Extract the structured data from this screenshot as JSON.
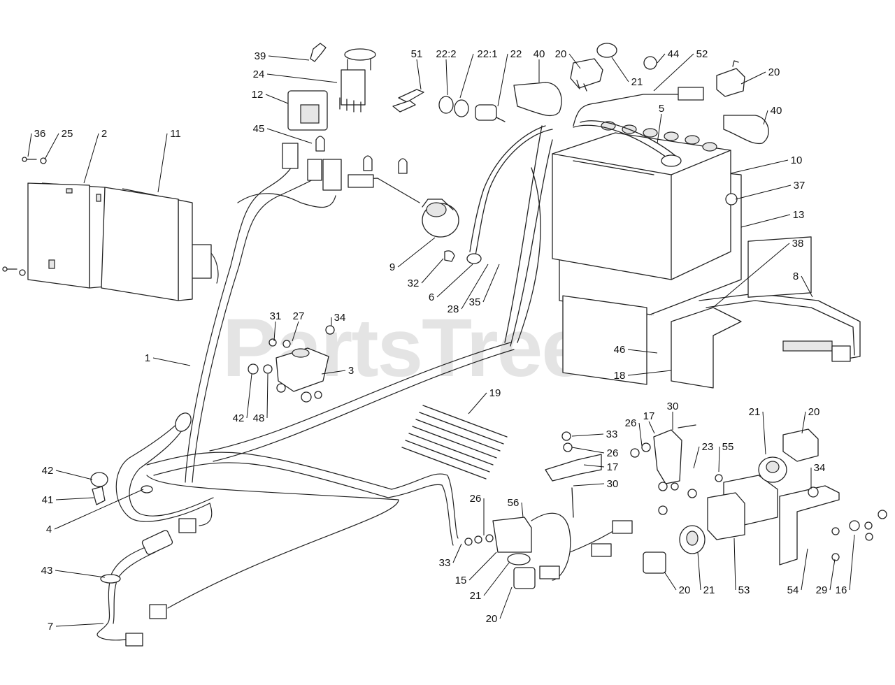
{
  "watermark": {
    "text": "PartsTree",
    "trademark": "™"
  },
  "callouts": [
    {
      "id": "39",
      "label": "39"
    },
    {
      "id": "24",
      "label": "24"
    },
    {
      "id": "12",
      "label": "12"
    },
    {
      "id": "45",
      "label": "45"
    },
    {
      "id": "36",
      "label": "36"
    },
    {
      "id": "25",
      "label": "25"
    },
    {
      "id": "2",
      "label": "2"
    },
    {
      "id": "11",
      "label": "11"
    },
    {
      "id": "51",
      "label": "51"
    },
    {
      "id": "22-2",
      "label": "22:2"
    },
    {
      "id": "22-1",
      "label": "22:1"
    },
    {
      "id": "22",
      "label": "22"
    },
    {
      "id": "40a",
      "label": "40"
    },
    {
      "id": "20a",
      "label": "20"
    },
    {
      "id": "21a",
      "label": "21"
    },
    {
      "id": "44",
      "label": "44"
    },
    {
      "id": "52",
      "label": "52"
    },
    {
      "id": "20b",
      "label": "20"
    },
    {
      "id": "40b",
      "label": "40"
    },
    {
      "id": "5",
      "label": "5"
    },
    {
      "id": "10",
      "label": "10"
    },
    {
      "id": "37",
      "label": "37"
    },
    {
      "id": "13",
      "label": "13"
    },
    {
      "id": "38",
      "label": "38"
    },
    {
      "id": "8",
      "label": "8"
    },
    {
      "id": "9",
      "label": "9"
    },
    {
      "id": "32",
      "label": "32"
    },
    {
      "id": "6",
      "label": "6"
    },
    {
      "id": "28",
      "label": "28"
    },
    {
      "id": "35",
      "label": "35"
    },
    {
      "id": "31",
      "label": "31"
    },
    {
      "id": "27",
      "label": "27"
    },
    {
      "id": "34a",
      "label": "34"
    },
    {
      "id": "3",
      "label": "3"
    },
    {
      "id": "1",
      "label": "1"
    },
    {
      "id": "42a",
      "label": "42"
    },
    {
      "id": "48",
      "label": "48"
    },
    {
      "id": "46",
      "label": "46"
    },
    {
      "id": "18",
      "label": "18"
    },
    {
      "id": "19",
      "label": "19"
    },
    {
      "id": "30a",
      "label": "30"
    },
    {
      "id": "17a",
      "label": "17"
    },
    {
      "id": "26a",
      "label": "26"
    },
    {
      "id": "33a",
      "label": "33"
    },
    {
      "id": "26b",
      "label": "26"
    },
    {
      "id": "17b",
      "label": "17"
    },
    {
      "id": "30b",
      "label": "30"
    },
    {
      "id": "21b",
      "label": "21"
    },
    {
      "id": "20c",
      "label": "20"
    },
    {
      "id": "23",
      "label": "23"
    },
    {
      "id": "55",
      "label": "55"
    },
    {
      "id": "34b",
      "label": "34"
    },
    {
      "id": "42b",
      "label": "42"
    },
    {
      "id": "41",
      "label": "41"
    },
    {
      "id": "4",
      "label": "4"
    },
    {
      "id": "56",
      "label": "56"
    },
    {
      "id": "26c",
      "label": "26"
    },
    {
      "id": "33b",
      "label": "33"
    },
    {
      "id": "15",
      "label": "15"
    },
    {
      "id": "21c",
      "label": "21"
    },
    {
      "id": "20d",
      "label": "20"
    },
    {
      "id": "43",
      "label": "43"
    },
    {
      "id": "7",
      "label": "7"
    },
    {
      "id": "20e",
      "label": "20"
    },
    {
      "id": "21d",
      "label": "21"
    },
    {
      "id": "53",
      "label": "53"
    },
    {
      "id": "54",
      "label": "54"
    },
    {
      "id": "29",
      "label": "29"
    },
    {
      "id": "16",
      "label": "16"
    }
  ]
}
